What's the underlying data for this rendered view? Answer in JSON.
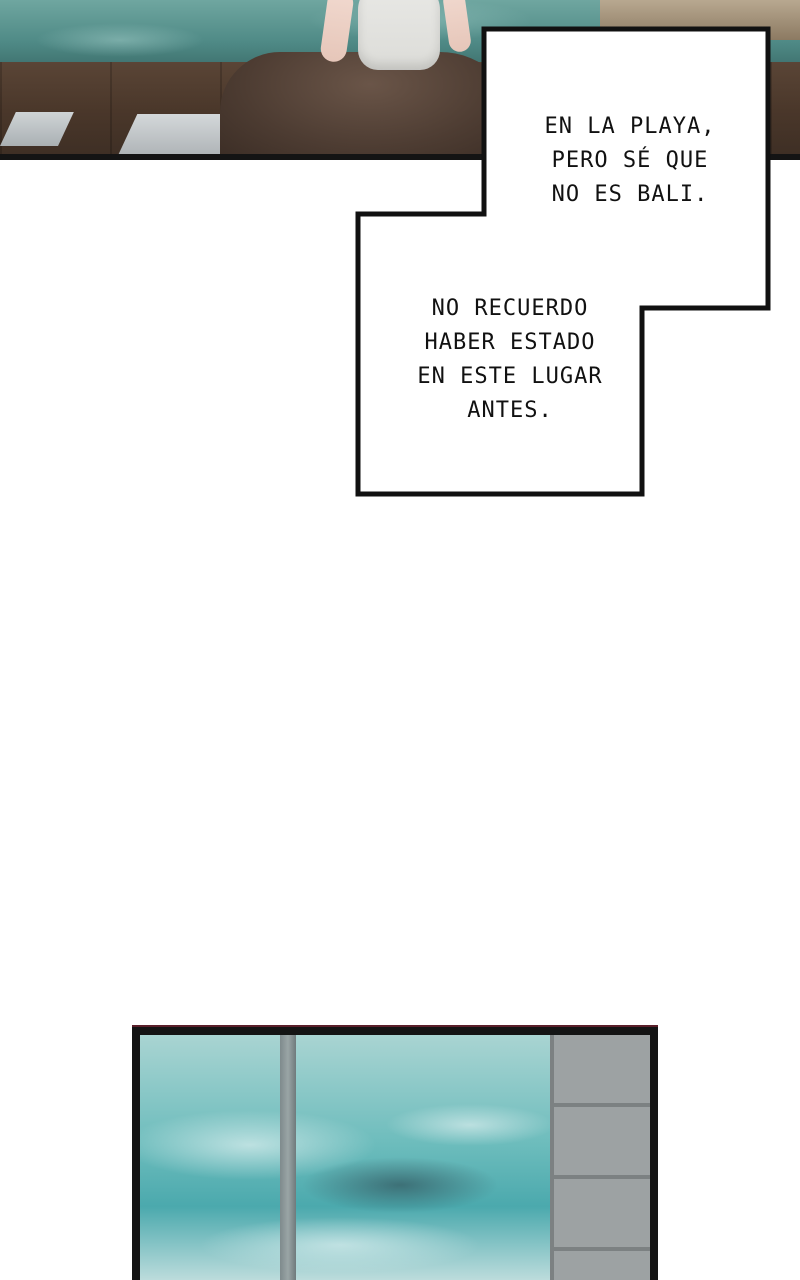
{
  "bubble": {
    "text_1": [
      "EN LA PLAYA,",
      "PERO SÉ QUE",
      "NO ES BALI."
    ],
    "text_2": [
      "NO RECUERDO",
      "HABER ESTADO",
      "EN ESTE LUGAR",
      "ANTES."
    ]
  }
}
